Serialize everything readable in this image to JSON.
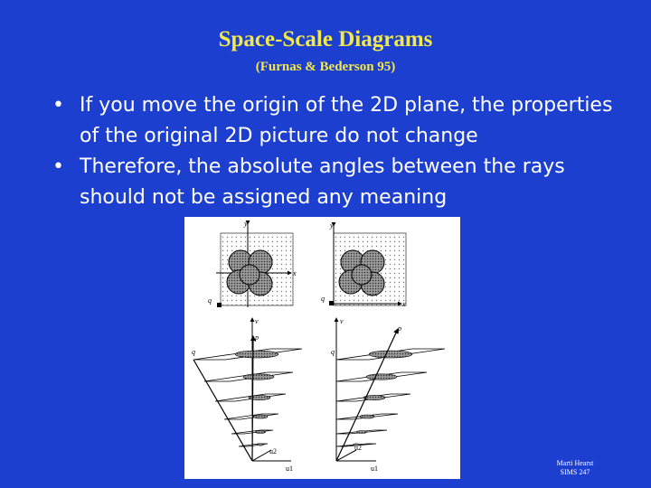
{
  "slide": {
    "title": "Space-Scale Diagrams",
    "subtitle": "(Furnas & Bederson 95)",
    "bullets": [
      "If you move the origin of the 2D plane, the properties of the original 2D picture do not change",
      "Therefore, the absolute angles between the rays should not be assigned any meaning"
    ],
    "bullet_symbol": "•",
    "credit_line1": "Marti Hearst",
    "credit_line2": "SIMS 247"
  },
  "figure": {
    "top_left": {
      "y_axis": "y",
      "x_axis": "x",
      "point": "q"
    },
    "top_right": {
      "y_axis": "y",
      "x_axis": "x",
      "point": "q"
    },
    "bottom_left": {
      "v_axis": "v",
      "p_label": "p",
      "q_label": "q",
      "u1_label": "u1",
      "u2_label": "u2"
    },
    "bottom_right": {
      "v_axis": "v",
      "p_label": "p",
      "q_label": "q",
      "u1_label": "u1",
      "u2_label": "u2"
    }
  },
  "colors": {
    "background": "#1d3fd0",
    "title": "#f2e84a",
    "text": "#ffffff"
  }
}
